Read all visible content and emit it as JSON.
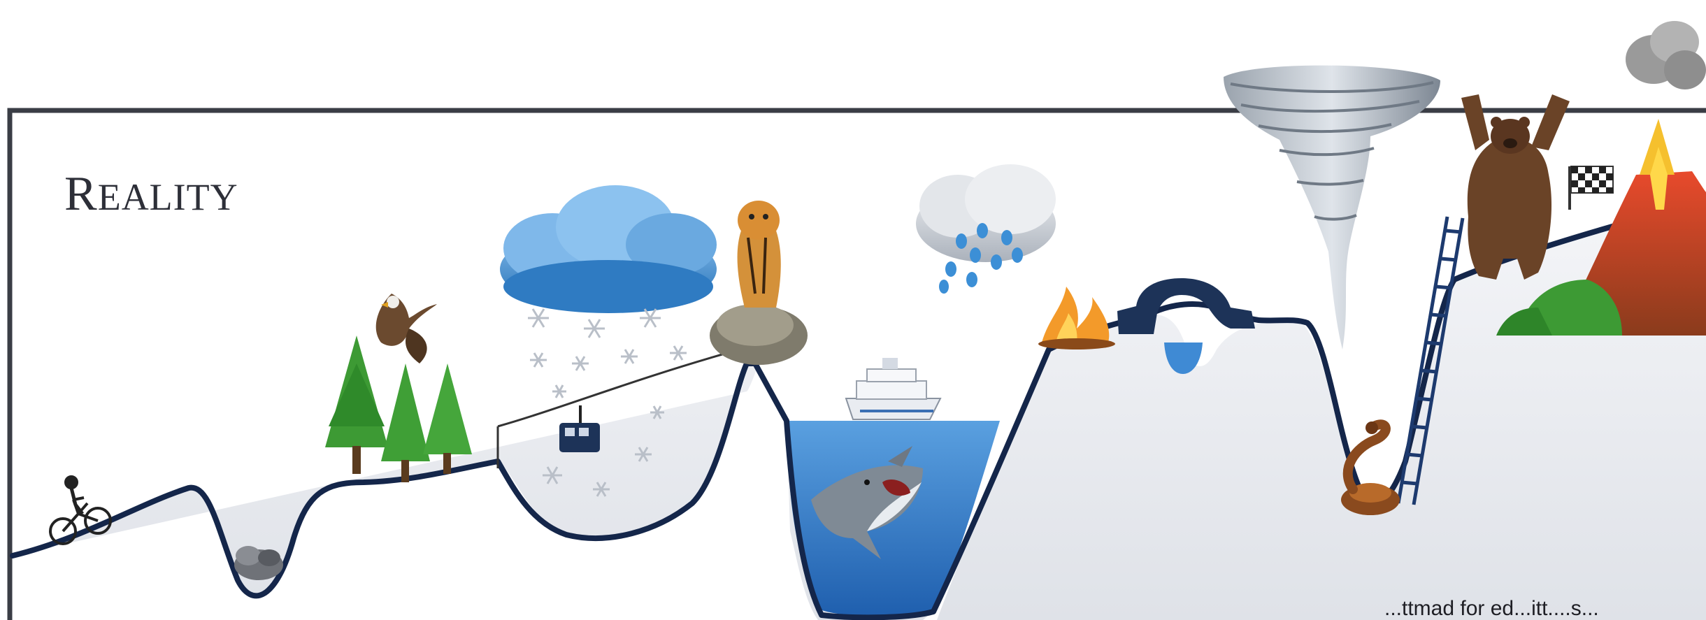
{
  "title": {
    "big_initial": "R",
    "rest": "EALITY"
  },
  "caption": "...ttmad for ed...itt....s...",
  "colors": {
    "frame": "#3a3d45",
    "terrain_line": "#14264a",
    "water": "#2f76c4",
    "snow_cloud": "#3d87c9",
    "rain_cloud": "#c9ced6",
    "tree": "#3d9a34",
    "lava": "#d9462a",
    "fire": "#f39a2a"
  },
  "icons": [
    "bicycle-icon",
    "eagle-icon",
    "pine-tree-icon",
    "snow-cloud-icon",
    "gondola-icon",
    "tiger-icon",
    "cruise-ship-icon",
    "shark-icon",
    "rain-cloud-icon",
    "fire-icon",
    "tornado-icon",
    "ladder-icon",
    "snake-icon",
    "bear-icon",
    "checkered-flag-icon",
    "volcano-icon"
  ]
}
